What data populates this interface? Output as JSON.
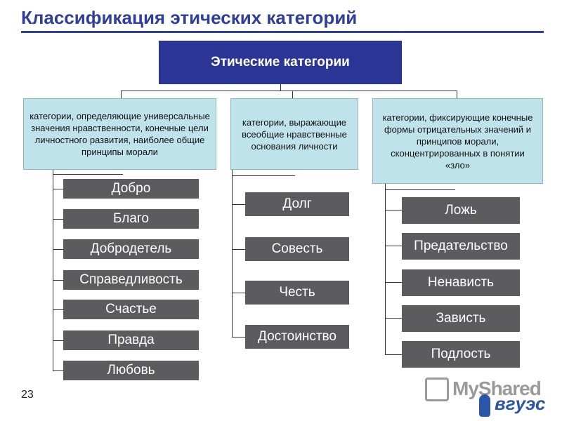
{
  "slide": {
    "title": "Классификация этических категорий",
    "number": "23"
  },
  "root": {
    "label": "Этические категории"
  },
  "groups": [
    {
      "description": "категории, определяющие универсальные значения нравственности, конечные цели личностного развития, наиболее общие принципы морали",
      "items": [
        "Добро",
        "Благо",
        "Добродетель",
        "Справедливость",
        "Счастье",
        "Правда",
        "Любовь"
      ]
    },
    {
      "description": "категории, выражающие всеобщие нравственные основания личности",
      "items": [
        "Долг",
        "Совесть",
        "Честь",
        "Достоинство"
      ]
    },
    {
      "description": "категории, фиксирующие конечные формы отрицательных значений и принципов морали, сконцентрированных в понятии «зло»",
      "items": [
        "Ложь",
        "Предательство",
        "Ненависть",
        "Зависть",
        "Подлость"
      ]
    }
  ],
  "watermark": {
    "text": "MyShared"
  },
  "logo": {
    "text": "вгуэс"
  },
  "colors": {
    "title": "#2d3e9b",
    "root_box": "#2b3595",
    "category_box": "#bfe3ea",
    "item_box": "#5c5c5e"
  }
}
